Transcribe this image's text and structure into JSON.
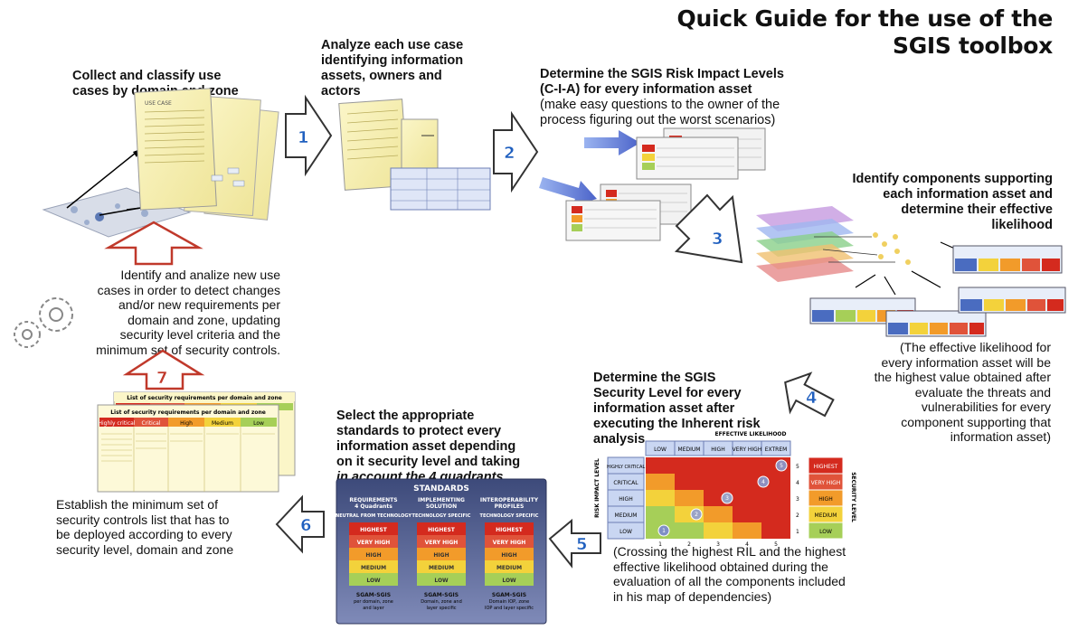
{
  "title": {
    "line1": "Quick Guide for the use of the",
    "line2": "SGIS toolbox"
  },
  "steps": {
    "collect": {
      "line1": "Collect and classify use",
      "line2": "cases  by domain and zone"
    },
    "analyze": {
      "line1": "Analyze each use case",
      "line2": "identifying information",
      "line3": "assets, owners and",
      "line4": "actors"
    },
    "determine_ril": {
      "line1": "Determine the SGIS Risk Impact Levels",
      "line2": "(C-I-A) for every information asset",
      "line3": "(make easy questions to the owner of the",
      "line4": "process figuring out the worst scenarios)"
    },
    "identify_components": {
      "line1": "Identify components supporting",
      "line2": "each information asset and",
      "line3": "determine their effective",
      "line4": "likelihood"
    },
    "likelihood_note": {
      "line1": "(The effective likelihood for",
      "line2": "every information asset will be",
      "line3": "the highest value obtained after",
      "line4": "evaluate the threats and",
      "line5": "vulnerabilities for every",
      "line6": "component supporting that",
      "line7": "information asset)"
    },
    "security_level": {
      "line1": "Determine the SGIS",
      "line2": "Security Level for every",
      "line3": "information asset after",
      "line4": "executing the Inherent risk",
      "line5": "analysis"
    },
    "crossing_note": {
      "line1": "(Crossing the highest RIL and the highest",
      "line2": "effective likelihood obtained during the",
      "line3": "evaluation of all the components included",
      "line4": "in his map of dependencies)"
    },
    "select_standards": {
      "line1": "Select the appropriate",
      "line2": "standards to protect every",
      "line3": "information asset depending",
      "line4": "on it security level and taking",
      "line5": "in account the 4 quadrants"
    },
    "establish_controls": {
      "line1": "Establish the minimum set of",
      "line2": "security controls list that has to",
      "line3": "be deployed according to every",
      "line4": "security level, domain and zone"
    },
    "new_use_cases": {
      "line1": "Identify and analize new use",
      "line2": "cases in order to detect changes",
      "line3": "and/or new requirements per",
      "line4": "domain and zone, updating",
      "line5": "security level criteria and the",
      "line6": "minimum set of security controls."
    }
  },
  "arrow_numbers": [
    "1",
    "2",
    "3",
    "4",
    "5",
    "6",
    "7"
  ],
  "matrix": {
    "x_title": "EFFECTIVE LIKELIHOOD",
    "y_title": "RISK IMPACT LEVEL",
    "right_title": "SECURITY LEVEL",
    "columns": [
      "LOW",
      "MEDIUM",
      "HIGH",
      "VERY HIGH",
      "EXTREM"
    ],
    "rows": [
      "HIGHLY CRITICAL",
      "CRITICAL",
      "HIGH",
      "MEDIUM",
      "LOW"
    ],
    "levels": [
      "HIGHEST",
      "VERY HIGH",
      "HIGH",
      "MEDIUM",
      "LOW"
    ],
    "row_numbers": [
      "5",
      "4",
      "3",
      "2",
      "1"
    ],
    "col_numbers": [
      "1",
      "2",
      "3",
      "4",
      "5"
    ],
    "dots": [
      "1",
      "2",
      "3",
      "4",
      "5"
    ]
  },
  "standards": {
    "title": "STANDARDS",
    "columns": [
      {
        "head1": "REQUIREMENTS",
        "head2": "4 Quadrants",
        "sub": "NEUTRAL FROM TECHNOLOGY",
        "foot1": "SGAM-SGIS",
        "foot2": "per domain, zone",
        "foot3": "and layer"
      },
      {
        "head1": "IMPLEMENTING",
        "head2": "SOLUTION",
        "sub": "TECHNOLOGY SPECIFIC",
        "foot1": "SGAM-SGIS",
        "foot2": "Domain, zone and",
        "foot3": "layer specific"
      },
      {
        "head1": "INTEROPERABILITY",
        "head2": "PROFILES",
        "sub": "TECHNOLOGY SPECIFIC",
        "foot1": "SGAM-SGIS",
        "foot2": "Domain IOP, zone",
        "foot3": "IOP and layer specific"
      }
    ],
    "levels": [
      "HIGHEST",
      "VERY HIGH",
      "HIGH",
      "MEDIUM",
      "LOW"
    ]
  },
  "doc_sheets": {
    "use_case_label": "USE CASE",
    "list_title": "List of security requirements per domain and zone",
    "list_headers": [
      "Highly critical",
      "Critical",
      "High",
      "Medium",
      "Low"
    ]
  },
  "colors": {
    "highest": "#d42a1e",
    "very_high": "#e0533a",
    "high": "#f29b2a",
    "medium": "#f3d23b",
    "low": "#a6cf58",
    "arrow_blue": "#1f5fbf",
    "arrow_red": "#c0392b"
  }
}
